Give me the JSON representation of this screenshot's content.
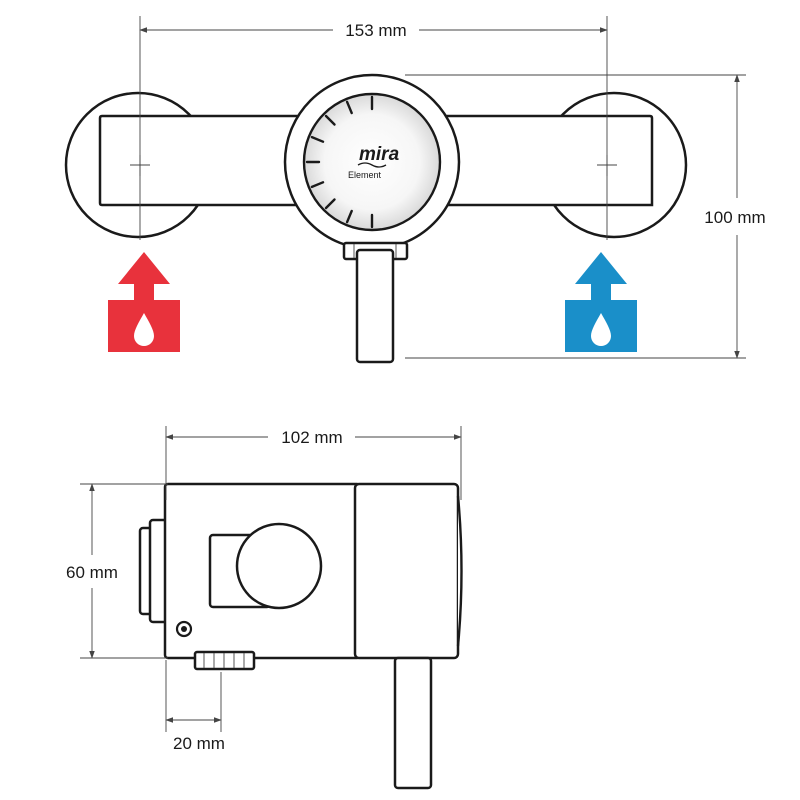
{
  "dimensions": {
    "front_width": "153 mm",
    "front_height": "100 mm",
    "side_width": "102 mm",
    "side_height": "60 mm",
    "side_outlet": "20 mm"
  },
  "dial": {
    "brand": "mira",
    "model": "Element"
  },
  "inlets": {
    "hot": {
      "color": "#e8323c",
      "icon": "hot-water-inlet-icon"
    },
    "cold": {
      "color": "#1a8fc9",
      "icon": "cold-water-inlet-icon"
    }
  },
  "colors": {
    "outline": "#1a1a1a",
    "dimension_line": "#444444"
  }
}
